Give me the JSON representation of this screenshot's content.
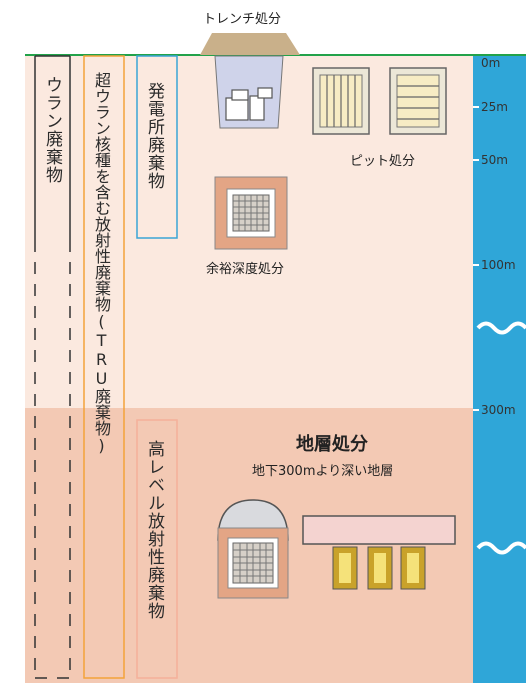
{
  "labels": {
    "trench": "トレンチ処分",
    "pit": "ピット処分",
    "intermediate_depth": "余裕深度処分",
    "geological_title": "地層処分",
    "geological_sub": "地下300mより深い地層"
  },
  "waste_types": {
    "uranium": "ウラン廃棄物",
    "tru": "超ウラン核種を含む放射性廃棄物(TRU廃棄物)",
    "power_plant": "発電所廃棄物",
    "high_level": "高レベル放射性廃棄物"
  },
  "depths": [
    "0m",
    "25m",
    "50m",
    "100m",
    "300m"
  ],
  "colors": {
    "ground_upper": "#fbe9df",
    "ground_lower": "#f3c9b4",
    "water": "#2fa6d8",
    "surface_line": "#22a24a",
    "tru_border": "#f3a33a",
    "power_plant_border": "#3aa5d6",
    "pit_facility": "#f7ecc4"
  }
}
